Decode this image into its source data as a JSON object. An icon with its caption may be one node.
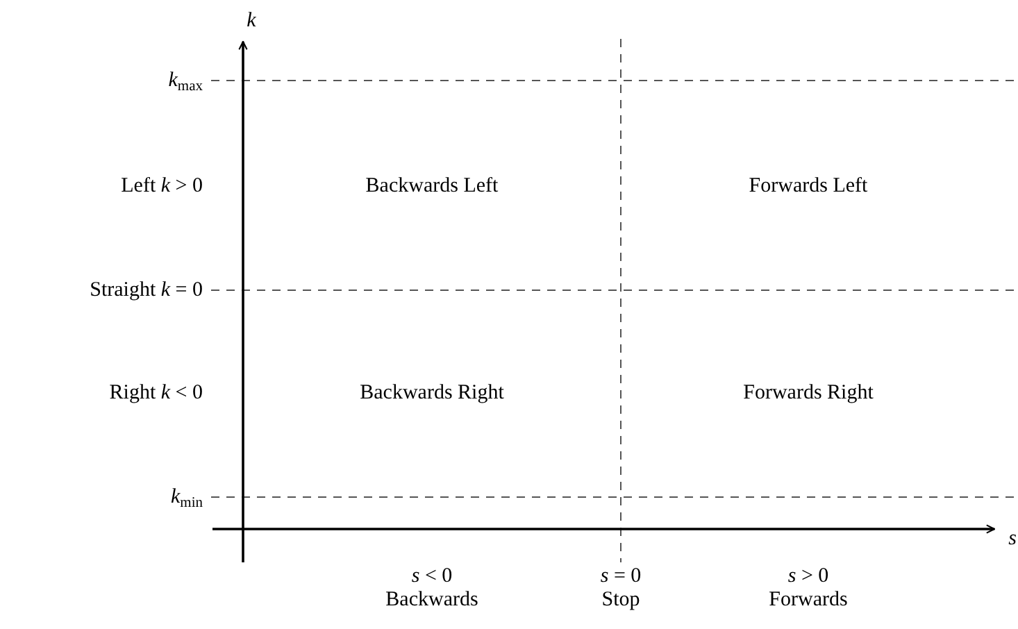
{
  "diagram": {
    "labels": [
      "k",
      "*k*$_{max}$",
      "Left *k* > 0",
      "Backwards Left",
      "Forwards Left",
      "Straight *k* = 0",
      "Right *k* < 0",
      "Backwards Right",
      "Forwards Right",
      "*k*$_{min}$",
      "s",
      "*s* < 0",
      "*s* = 0",
      "*s* > 0",
      "Backwards",
      "Stop",
      "Forwards"
    ]
  }
}
